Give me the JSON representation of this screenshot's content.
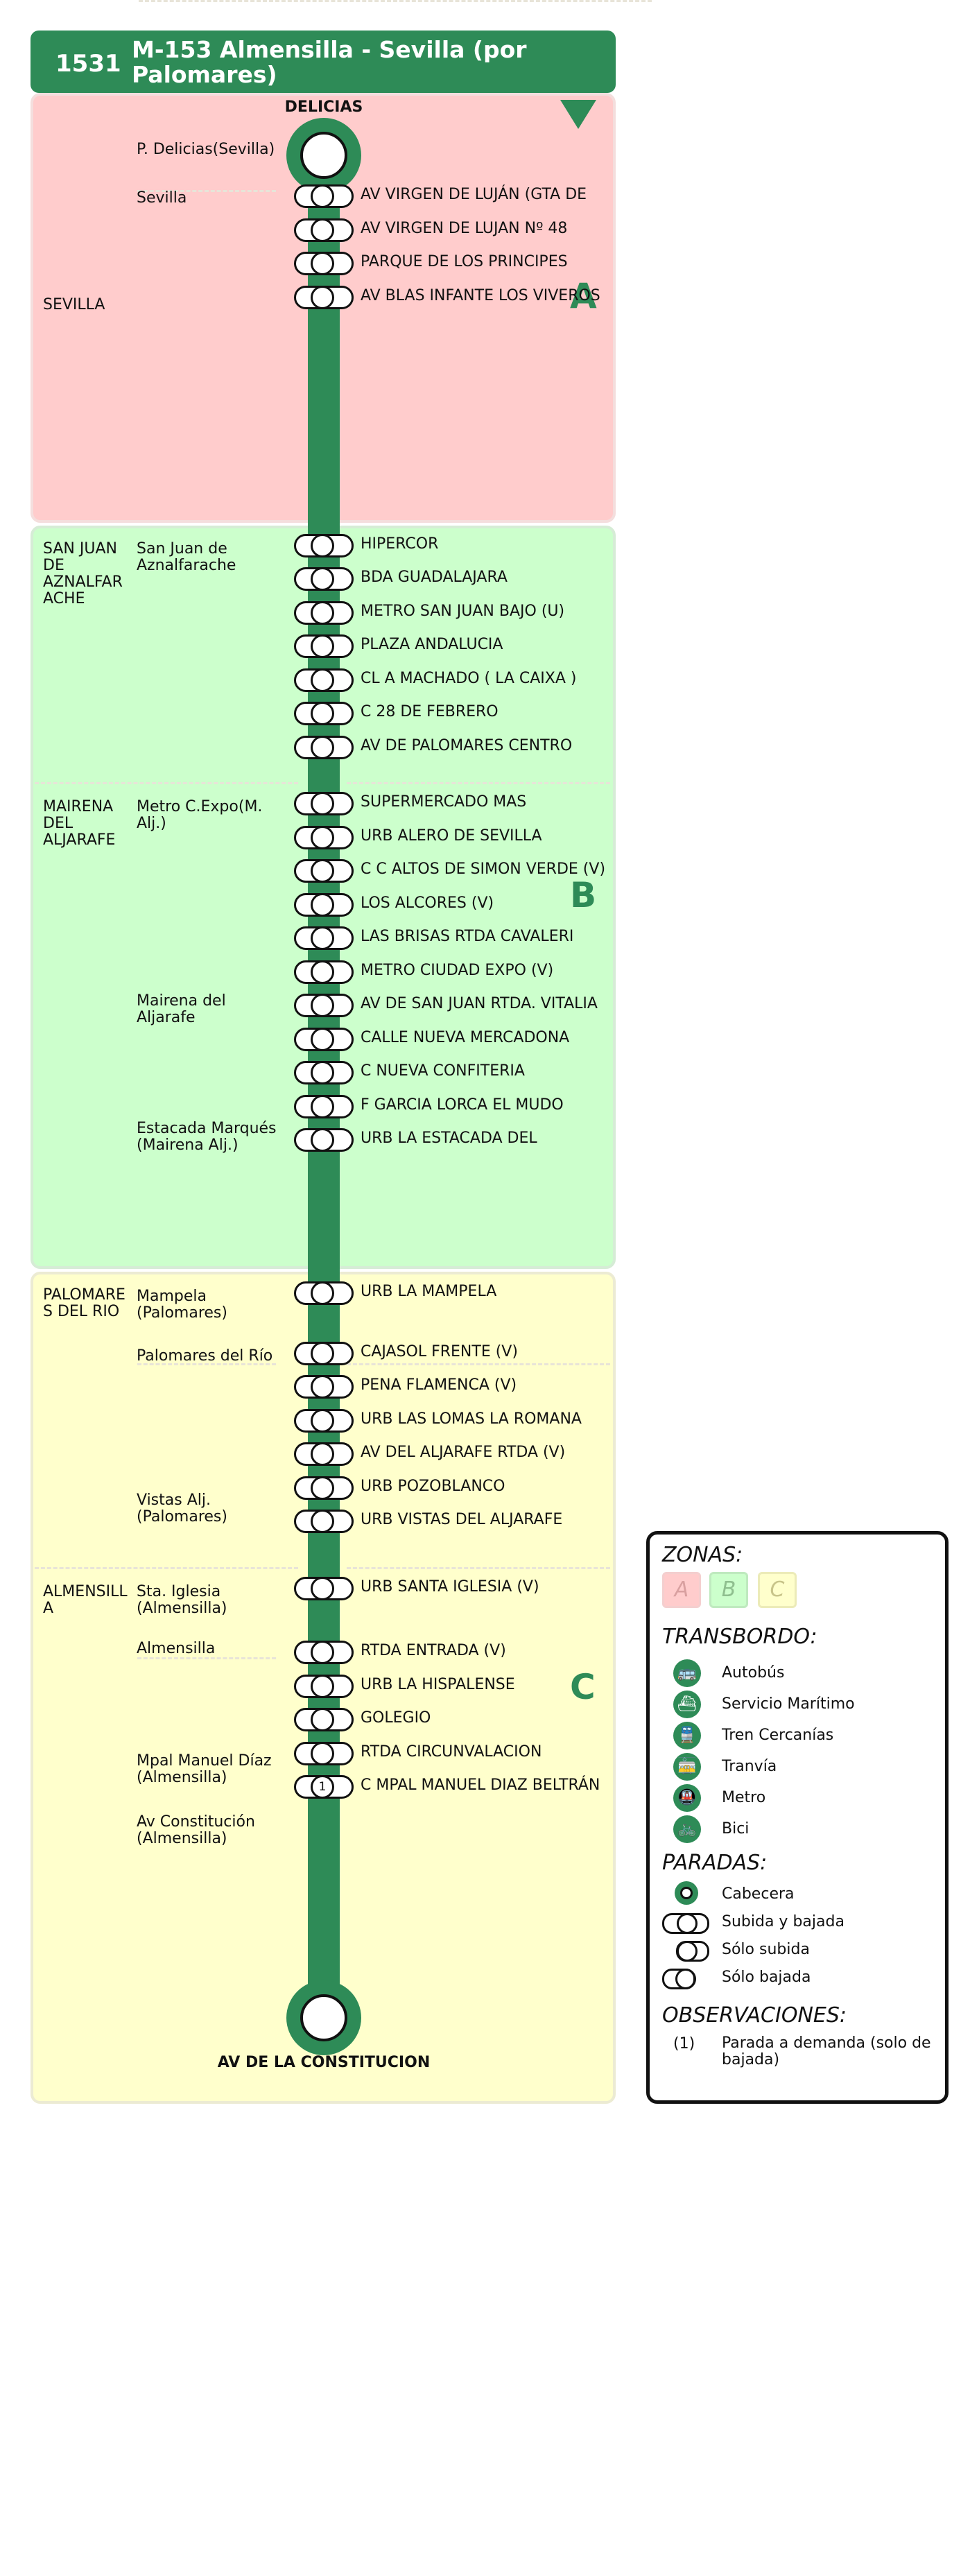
{
  "header": {
    "number": "1531",
    "name": "M-153 Almensilla - Sevilla (por Palomares)"
  },
  "terminals": {
    "start": "DELICIAS",
    "end": "AV DE LA CONSTITUCION"
  },
  "colors": {
    "line": "#2e8b57",
    "zone_a": "#ffcccc",
    "zone_b": "#ccffcc",
    "zone_c": "#ffffcc"
  },
  "zones": [
    {
      "letter": "A",
      "bg": "#ffcccc",
      "border": "#f4dedd"
    },
    {
      "letter": "B",
      "bg": "#ccffcc",
      "border": "#d6ecd6"
    },
    {
      "letter": "C",
      "bg": "#ffffcc",
      "border": "#ecebd3"
    }
  ],
  "municipalities": [
    "SEVILLA",
    "SAN JUAN DE AZNALFAR ACHE",
    "MAIRENA DEL ALJARAFE",
    "PALOMARE S DEL RIO",
    "ALMENSILL A"
  ],
  "places": [
    "P. Delicias(Sevilla)",
    "Sevilla",
    "San Juan de Aznalfarache",
    "Metro C.Expo(M. Alj.)",
    "Mairena del Aljarafe",
    "Estacada Marqués (Mairena Alj.)",
    "Mampela (Palomares)",
    "Palomares del Río",
    "Vistas Alj. (Palomares)",
    "Sta. Iglesia (Almensilla)",
    "Almensilla",
    "Mpal Manuel Díaz (Almensilla)",
    "Av Constitución (Almensilla)"
  ],
  "stops": [
    {
      "name": "AV VIRGEN DE LUJÁN (GTA DE",
      "mark": ""
    },
    {
      "name": "AV VIRGEN DE LUJAN Nº 48",
      "mark": ""
    },
    {
      "name": "PARQUE DE LOS PRINCIPES",
      "mark": ""
    },
    {
      "name": "AV BLAS INFANTE LOS VIVEROS",
      "mark": ""
    },
    {
      "name": "HIPERCOR",
      "mark": ""
    },
    {
      "name": "BDA GUADALAJARA",
      "mark": ""
    },
    {
      "name": "METRO SAN JUAN BAJO (U)",
      "mark": ""
    },
    {
      "name": "PLAZA ANDALUCIA",
      "mark": ""
    },
    {
      "name": "CL A MACHADO ( LA CAIXA )",
      "mark": ""
    },
    {
      "name": "C 28 DE FEBRERO",
      "mark": ""
    },
    {
      "name": "AV DE PALOMARES CENTRO",
      "mark": ""
    },
    {
      "name": "SUPERMERCADO MAS",
      "mark": ""
    },
    {
      "name": "URB ALERO DE SEVILLA",
      "mark": ""
    },
    {
      "name": "C C ALTOS DE SIMON VERDE (V)",
      "mark": ""
    },
    {
      "name": "LOS ALCORES (V)",
      "mark": ""
    },
    {
      "name": "LAS BRISAS RTDA CAVALERI",
      "mark": ""
    },
    {
      "name": "METRO CIUDAD EXPO (V)",
      "mark": ""
    },
    {
      "name": "AV DE SAN JUAN RTDA. VITALIA",
      "mark": ""
    },
    {
      "name": "CALLE NUEVA  MERCADONA",
      "mark": ""
    },
    {
      "name": "C NUEVA CONFITERIA",
      "mark": ""
    },
    {
      "name": "F GARCIA LORCA EL MUDO",
      "mark": ""
    },
    {
      "name": "URB LA ESTACADA DEL",
      "mark": ""
    },
    {
      "name": "URB LA MAMPELA",
      "mark": ""
    },
    {
      "name": "CAJASOL FRENTE (V)",
      "mark": ""
    },
    {
      "name": "PENA FLAMENCA (V)",
      "mark": ""
    },
    {
      "name": "URB LAS LOMAS LA ROMANA",
      "mark": ""
    },
    {
      "name": "AV DEL ALJARAFE RTDA (V)",
      "mark": ""
    },
    {
      "name": "URB POZOBLANCO",
      "mark": ""
    },
    {
      "name": "URB VISTAS DEL ALJARAFE",
      "mark": ""
    },
    {
      "name": "URB SANTA IGLESIA (V)",
      "mark": ""
    },
    {
      "name": "RTDA ENTRADA (V)",
      "mark": ""
    },
    {
      "name": "URB LA HISPALENSE",
      "mark": ""
    },
    {
      "name": "GOLEGIO",
      "mark": ""
    },
    {
      "name": "RTDA CIRCUNVALACION",
      "mark": ""
    },
    {
      "name": "C MPAL MANUEL DIAZ BELTRÁN",
      "mark": "1"
    }
  ],
  "legend": {
    "zonas_title": "ZONAS:",
    "zones": [
      "A",
      "B",
      "C"
    ],
    "transbordo_title": "TRANSBORDO:",
    "transbordo": [
      {
        "icon": "bus-icon",
        "glyph": "🚌",
        "label": "Autobús"
      },
      {
        "icon": "ship-icon",
        "glyph": "⛴",
        "label": "Servicio Marítimo"
      },
      {
        "icon": "train-icon",
        "glyph": "🚆",
        "label": "Tren Cercanías"
      },
      {
        "icon": "tram-icon",
        "glyph": "🚋",
        "label": "Tranvía"
      },
      {
        "icon": "metro-icon",
        "glyph": "🚇",
        "label": "Metro"
      },
      {
        "icon": "bike-icon",
        "glyph": "🚲",
        "label": "Bici"
      }
    ],
    "paradas_title": "PARADAS:",
    "paradas": [
      "Cabecera",
      "Subida y bajada",
      "Sólo subida",
      "Sólo bajada"
    ],
    "observaciones_title": "OBSERVACIONES:",
    "observaciones": [
      {
        "mark": "(1)",
        "text": "Parada a demanda (solo de bajada)"
      }
    ]
  }
}
